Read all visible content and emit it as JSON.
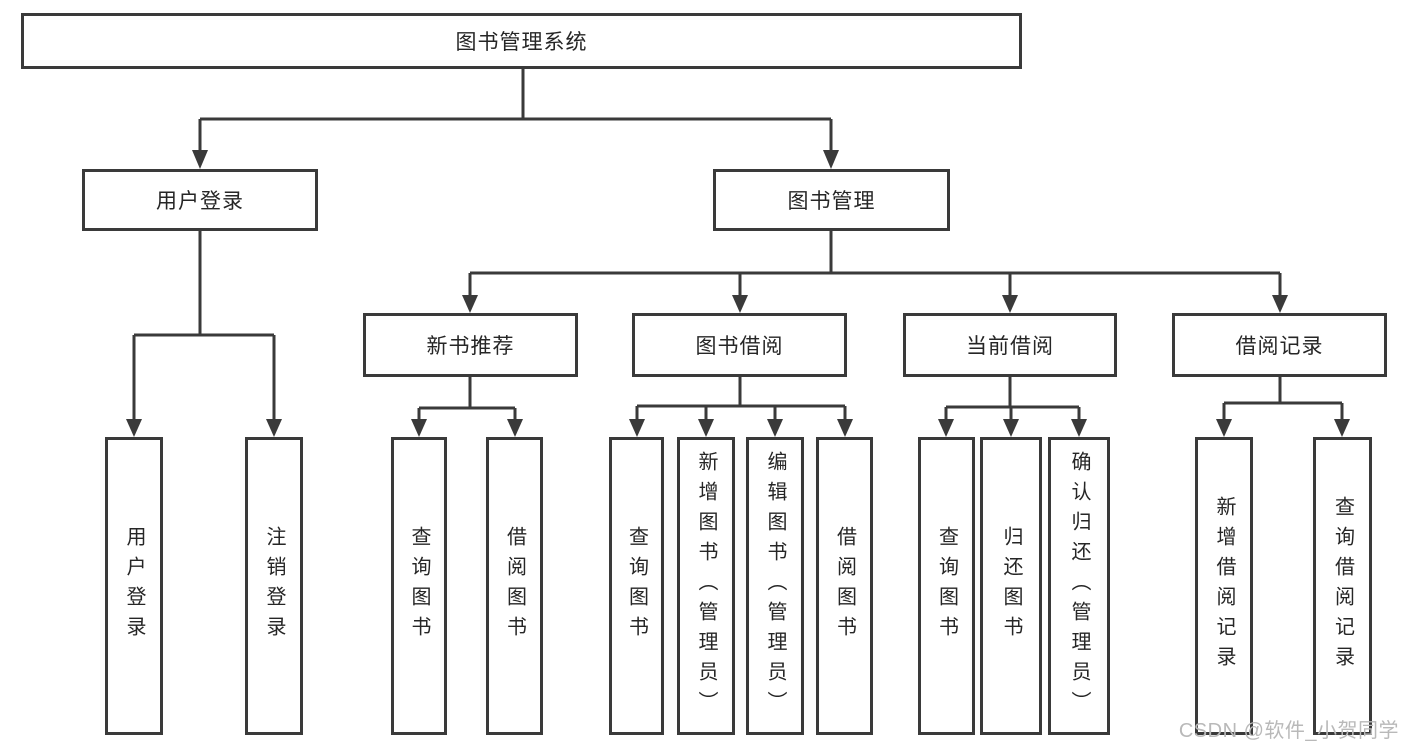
{
  "title": "图书管理系统",
  "nodes": {
    "root": "图书管理系统",
    "user_login": "用户登录",
    "book_management": "图书管理",
    "new_book_recommend": "新书推荐",
    "book_borrow": "图书借阅",
    "current_borrow": "当前借阅",
    "borrow_records": "借阅记录"
  },
  "leaves": {
    "user_login": [
      "用户登录",
      "注销登录"
    ],
    "new_book_recommend": [
      "查询图书",
      "借阅图书"
    ],
    "book_borrow": [
      "查询图书",
      "新增图书（管理员）",
      "编辑图书（管理员）",
      "借阅图书"
    ],
    "current_borrow": [
      "查询图书",
      "归还图书",
      "确认归还（管理员）"
    ],
    "borrow_records": [
      "新增借阅记录",
      "查询借阅记录"
    ]
  },
  "watermark": "CSDN @软件_小贺同学",
  "colors": {
    "line": "#3a3a3a",
    "text": "#262626",
    "watermark": "#b9b9b9",
    "background": "#ffffff"
  }
}
